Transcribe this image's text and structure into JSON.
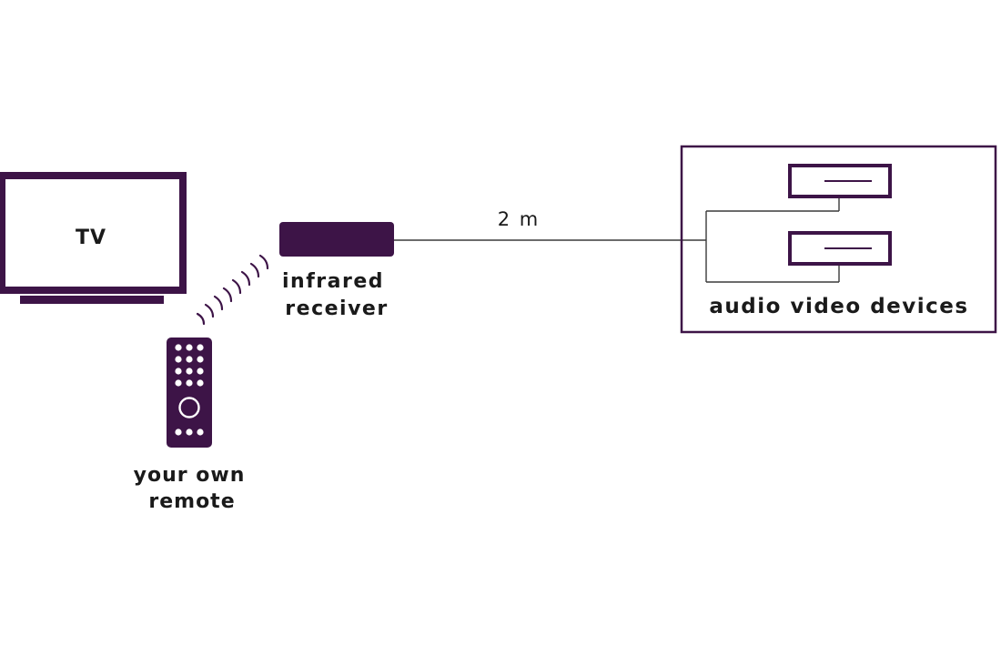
{
  "colors": {
    "accent": "#3d1447",
    "line": "#3a3a3a",
    "text": "#1a1a1a",
    "background": "#ffffff"
  },
  "tv": {
    "label": "TV"
  },
  "receiver": {
    "label_line1": "infrared",
    "label_line2": "receiver"
  },
  "remote": {
    "label_line1": "your own",
    "label_line2": "remote"
  },
  "cable": {
    "length_label": "2 m"
  },
  "devices": {
    "label": "audio video devices"
  },
  "icons": {
    "tv": "tv-icon",
    "receiver": "infrared-receiver-icon",
    "remote": "remote-control-icon",
    "signal": "infrared-signal-icon",
    "device": "av-device-icon"
  }
}
